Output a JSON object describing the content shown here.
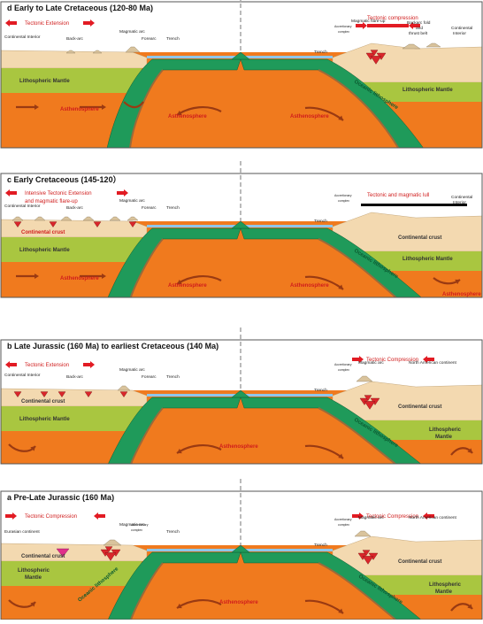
{
  "panels": [
    {
      "id": "d",
      "title": "d   Early to Late Cretaceous (120-80 Ma)",
      "left_tectonic": [
        "Tectonic Extension"
      ],
      "right_tectonic": [
        "Tectonic compression"
      ],
      "right_style": "arrows-in-above",
      "left_labels": [
        {
          "t": "Continental Interior",
          "k": "ci"
        },
        {
          "t": "Back-arc",
          "k": "ba"
        },
        {
          "t": "Magmatic arc",
          "k": "ma"
        },
        {
          "t": "Forearc",
          "k": "fa"
        },
        {
          "t": "Trench",
          "k": "tr"
        }
      ],
      "right_labels": [
        {
          "t": "Trench",
          "k": "tr"
        },
        {
          "t": "Accretionary",
          "k": "ac1"
        },
        {
          "t": "complex",
          "k": "ac2"
        },
        {
          "t": "Magmatic flare-up",
          "k": "mf"
        },
        {
          "t": "Backarc fold",
          "k": "bf1"
        },
        {
          "t": "and",
          "k": "bf2"
        },
        {
          "t": "thrust belt",
          "k": "bf3"
        },
        {
          "t": "Continental",
          "k": "rc1"
        },
        {
          "t": "Interior",
          "k": "rc2"
        }
      ],
      "layer_labels": {
        "left_crust": "",
        "left_mantle": "Lithospheric Mantle",
        "left_asth": "Asthenosphere",
        "center_left_asth": "Asthenosphere",
        "center_right_asth": "Asthenosphere",
        "slab": "Oceanic lithosphere",
        "right_crust": "",
        "right_mantle": "Lithospheric Mantle"
      }
    },
    {
      "id": "c",
      "title": "c   Early Cretaceous (145-120）",
      "left_tectonic": [
        "Intensive Tectonic Extension",
        "and magmatic flare-up"
      ],
      "right_tectonic": [
        "Tectonic and magmatic lull"
      ],
      "right_style": "bar-below",
      "left_labels": [
        {
          "t": "Continental Interior",
          "k": "ci"
        },
        {
          "t": "Back-arc",
          "k": "ba"
        },
        {
          "t": "Magmatic arc",
          "k": "ma"
        },
        {
          "t": "Forearc",
          "k": "fa"
        },
        {
          "t": "Trench",
          "k": "tr"
        }
      ],
      "right_labels": [
        {
          "t": "Trench",
          "k": "tr"
        },
        {
          "t": "Accretionary",
          "k": "ac1"
        },
        {
          "t": "complex",
          "k": "ac2"
        },
        {
          "t": "Continental",
          "k": "rc1"
        },
        {
          "t": "Interior",
          "k": "rc2"
        }
      ],
      "layer_labels": {
        "left_crust": "Continental crust",
        "left_mantle": "Lithospheric Mantle",
        "left_asth": "Asthenosphere",
        "center_left_asth": "Asthenosphere",
        "center_right_asth": "Asthenosphere",
        "slab": "Oceanic lithosphere",
        "right_crust": "Continental crust",
        "right_mantle": "Lithospheric Mantle",
        "right_asth": "Asthenosphere"
      }
    },
    {
      "id": "b",
      "title": "b   Late Jurassic (160 Ma) to earliest Cretaceous (140 Ma)",
      "left_tectonic": [
        "Tectonic Extension"
      ],
      "right_tectonic": [
        "Tectonic Compression"
      ],
      "right_style": "arrows-in-sides",
      "left_labels": [
        {
          "t": "Continental Interior",
          "k": "ci"
        },
        {
          "t": "Back-arc",
          "k": "ba"
        },
        {
          "t": "Magmatic arc",
          "k": "ma"
        },
        {
          "t": "Forearc",
          "k": "fa"
        },
        {
          "t": "Trench",
          "k": "tr"
        }
      ],
      "right_labels": [
        {
          "t": "Trench",
          "k": "tr"
        },
        {
          "t": "Accretionary",
          "k": "ac1"
        },
        {
          "t": "complex",
          "k": "ac2"
        },
        {
          "t": "Magmatic arc",
          "k": "rma"
        },
        {
          "t": "North American continent",
          "k": "nac"
        }
      ],
      "layer_labels": {
        "left_crust": "Continental crust",
        "left_mantle": "Lithospheric Mantle",
        "center_asth": "Asthenosphere",
        "slab": "Oceanic lithosphere",
        "right_crust": "Continental crust",
        "right_mantle1": "Lithospheric",
        "right_mantle2": "Mantle"
      }
    },
    {
      "id": "a",
      "title": "a   Pre-Late Jurassic (160 Ma)",
      "left_tectonic": [
        "Tectonic Compression"
      ],
      "right_tectonic": [
        "Tectonic Compression"
      ],
      "right_style": "arrows-in-sides",
      "left_style": "arrows-in-sides",
      "left_labels": [
        {
          "t": "Eurasian continent",
          "k": "eu"
        },
        {
          "t": "Magmatic arc",
          "k": "ma"
        },
        {
          "t": "Accretionary",
          "k": "lac1"
        },
        {
          "t": "complex",
          "k": "lac2"
        },
        {
          "t": "Trench",
          "k": "tr"
        }
      ],
      "right_labels": [
        {
          "t": "Trench",
          "k": "tr"
        },
        {
          "t": "Accretionary",
          "k": "ac1"
        },
        {
          "t": "complex",
          "k": "ac2"
        },
        {
          "t": "Magmatic arc",
          "k": "rma"
        },
        {
          "t": "North American continent",
          "k": "nac"
        }
      ],
      "layer_labels": {
        "left_crust": "Continental crust",
        "left_mantle1": "Lithospheric",
        "left_mantle2": "Mantle",
        "center_asth": "Asthenosphere",
        "slab_left": "Oceanic lithosphere",
        "slab_right": "Oceanic lithosphere",
        "right_crust": "Continental crust",
        "right_mantle1": "Lithospheric",
        "right_mantle2": "Mantle"
      }
    }
  ],
  "colors": {
    "crust": "#f3d9b0",
    "mantle": "#a9c640",
    "asthenosphere": "#f07a1e",
    "slab": "#1f9a5a",
    "sea": "#8fc7ea",
    "arrow": "#e21b23",
    "flow": "#9a3a12",
    "text_red": "#d01c1c",
    "volcano": "#d9262b",
    "border": "#555555"
  }
}
